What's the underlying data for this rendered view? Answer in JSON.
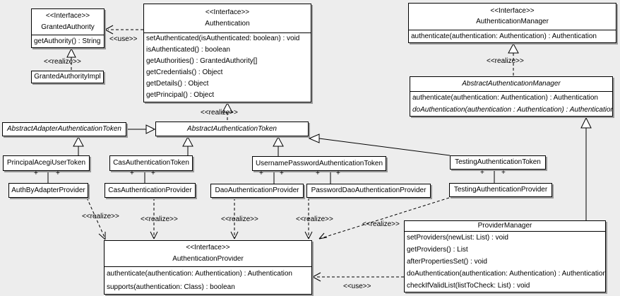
{
  "diagram": {
    "plus": "+",
    "labels": {
      "use": "<<use>>",
      "realize": "<<realize>>"
    },
    "classes": {
      "granted_authority": {
        "stereotype": "<<Interface>>",
        "name": "GrantedAuthority",
        "methods": [
          "getAuthority() : String"
        ]
      },
      "granted_authority_impl": {
        "name": "GrantedAuthorityImpl"
      },
      "authentication": {
        "stereotype": "<<Interface>>",
        "name": "Authentication",
        "methods": [
          "setAuthenticated(isAuthenticated: boolean) : void",
          "isAuthenticated() : boolean",
          "getAuthorities() : GrantedAuthority[]",
          "getCredentials() : Object",
          "getDetails() : Object",
          "getPrincipal() : Object"
        ]
      },
      "authentication_manager": {
        "stereotype": "<<Interface>>",
        "name": "AuthenticationManager",
        "methods": [
          "authenticate(authentication: Authentication) : Authentication"
        ]
      },
      "abstract_authentication_manager": {
        "name": "AbstractAuthenticationManager",
        "methods": [
          "authenticate(authentication: Authentication) : Authentication",
          "doAuthentication(authentication : Authentication) : Authentication"
        ]
      },
      "abstract_adapter_authentication_token": {
        "name": "AbstractAdapterAuthenticationToken"
      },
      "abstract_authentication_token": {
        "name": "AbstractAuthenticationToken"
      },
      "principal_acegi_user_token": {
        "name": "PrincipalAcegiUserToken"
      },
      "cas_authentication_token": {
        "name": "CasAuthenticationToken"
      },
      "username_password_authentication_token": {
        "name": "UsernamePasswordAuthenticationToken"
      },
      "testing_authentication_token": {
        "name": "TestingAuthenticationToken"
      },
      "auth_by_adapter_provider": {
        "name": "AuthByAdapterProvider"
      },
      "cas_authentication_provider": {
        "name": "CasAuthenticationProvider"
      },
      "dao_authentication_provider": {
        "name": "DaoAuthenticationProvider"
      },
      "password_dao_authentication_provider": {
        "name": "PasswordDaoAuthenticationProvider"
      },
      "testing_authentication_provider": {
        "name": "TestingAuthenticationProvider"
      },
      "authentication_provider": {
        "stereotype": "<<Interface>>",
        "name": "AuthenticationProvider",
        "methods": [
          "authenticate(authentication: Authentication) : Authentication",
          "supports(authentication: Class) : boolean"
        ]
      },
      "provider_manager": {
        "name": "ProviderManager",
        "methods": [
          "setProviders(newList: List) : void",
          "getProviders() : List",
          "afterPropertiesSet() : void",
          "doAuthentication(authentication: Authentication) : Authentication",
          "checkIfValidList(listToCheck: List) : void"
        ]
      }
    }
  }
}
